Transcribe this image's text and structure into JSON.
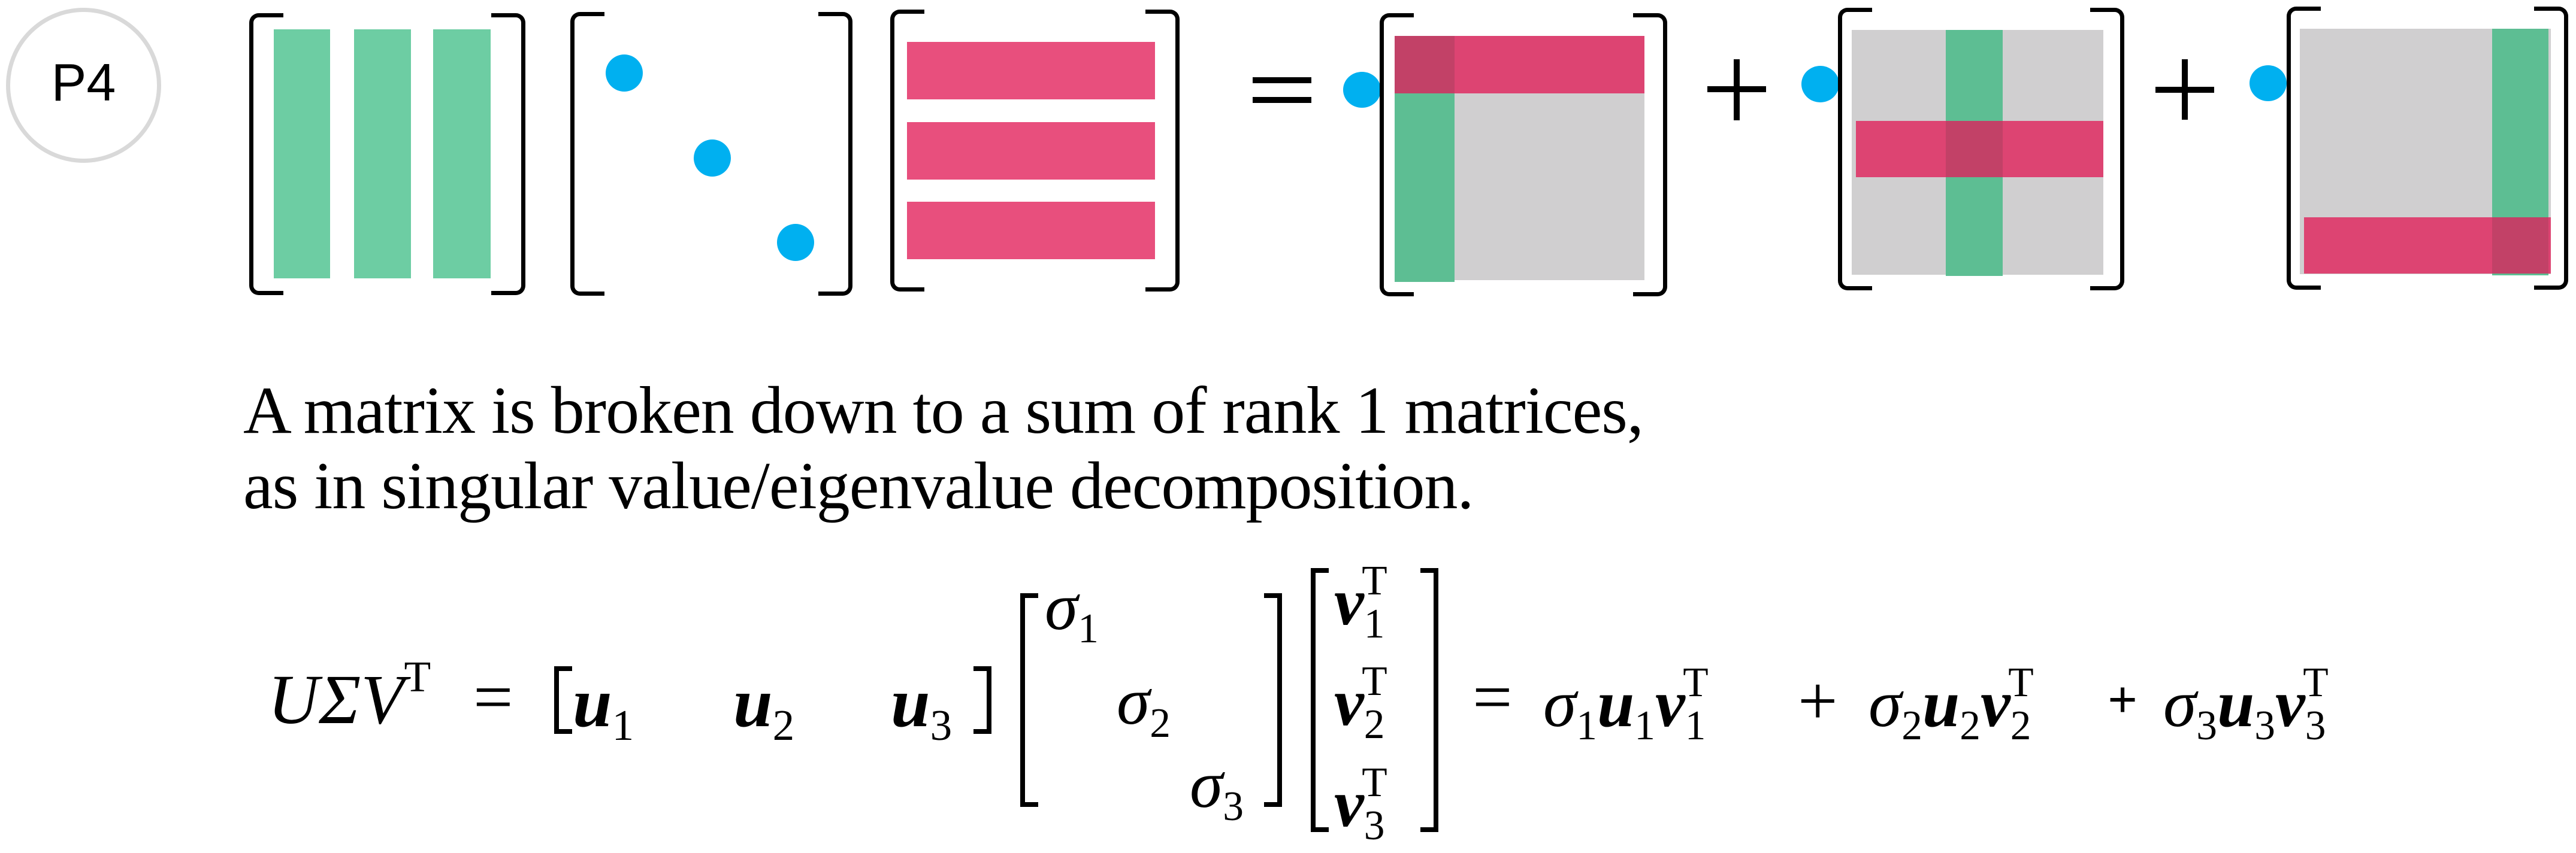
{
  "badge": {
    "label": "P4"
  },
  "diagram": {
    "operators": {
      "equals": "=",
      "plus1": "+",
      "plus2": "+"
    },
    "colors": {
      "left_singular_vectors": "#6dcda3",
      "right_singular_vectors": "#e84f7d",
      "singular_values": "#00b0f0",
      "background_matrix": "#d0cfd0",
      "badge_border": "#d9d9d9"
    },
    "factors": [
      {
        "name": "U",
        "description": "3 green column vectors"
      },
      {
        "name": "Sigma",
        "description": "3 blue dots on diagonal"
      },
      {
        "name": "V^T",
        "description": "3 pink row vectors"
      }
    ],
    "rank1_terms": [
      {
        "index": 1,
        "green_column": 1,
        "pink_row": 1
      },
      {
        "index": 2,
        "green_column": 2,
        "pink_row": 2
      },
      {
        "index": 3,
        "green_column": 3,
        "pink_row": 3
      }
    ]
  },
  "caption": {
    "line1": "A matrix is broken down to a sum of rank 1 matrices,",
    "line2": "as in singular value/eigenvalue decomposition."
  },
  "formula": {
    "lhs_U": "U",
    "lhs_Sigma": "Σ",
    "lhs_V": "V",
    "transpose": "T",
    "equals": "=",
    "u_vector": "u",
    "v_vector": "v",
    "sigma": "σ",
    "plus": "+",
    "indices": [
      "1",
      "2",
      "3"
    ]
  }
}
